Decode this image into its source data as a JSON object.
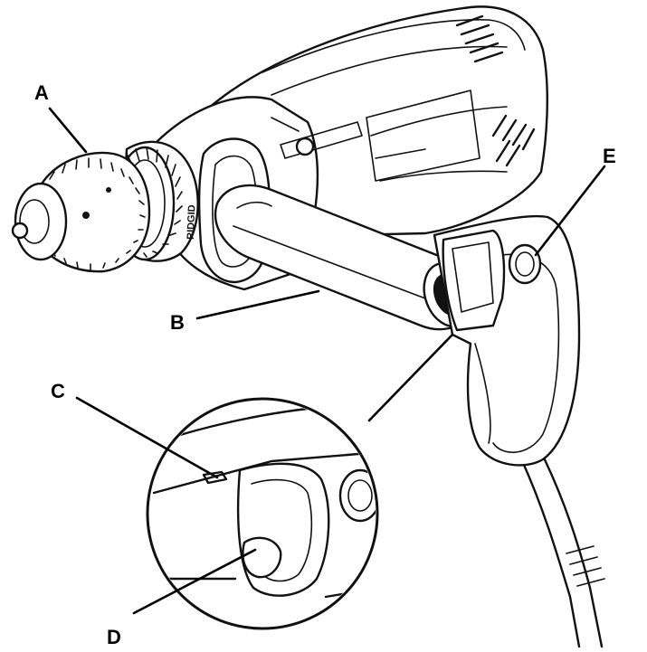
{
  "callouts": [
    {
      "id": "A",
      "label": "A"
    },
    {
      "id": "B",
      "label": "B"
    },
    {
      "id": "C",
      "label": "C"
    },
    {
      "id": "D",
      "label": "D"
    },
    {
      "id": "E",
      "label": "E"
    }
  ],
  "chuck_brand_text": "RIDGID"
}
